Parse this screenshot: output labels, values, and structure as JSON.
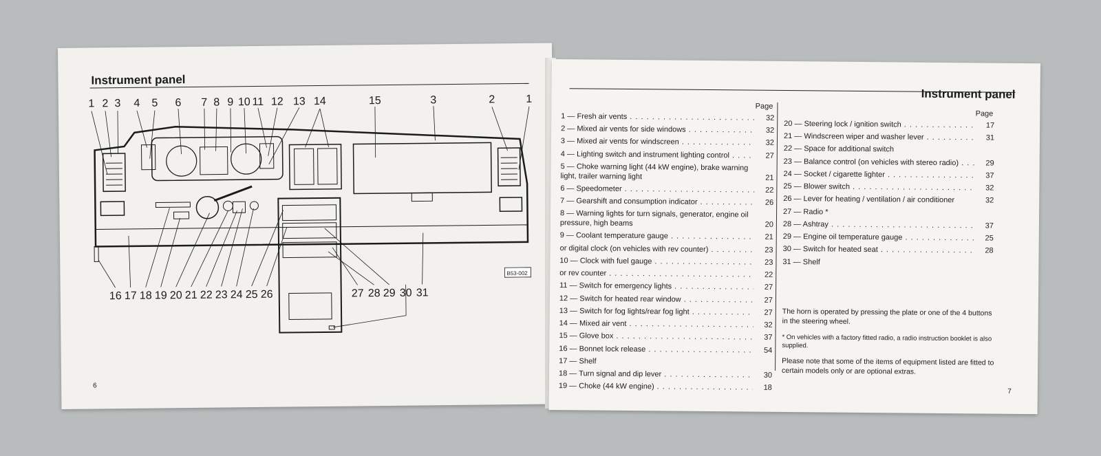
{
  "left_page": {
    "title": "Instrument panel",
    "page_number": "6",
    "diagram_code": "B53-002",
    "top_labels": [
      "1",
      "2",
      "3",
      "4",
      "5",
      "6",
      "7",
      "8",
      "9",
      "10",
      "11",
      "12",
      "13",
      "14",
      "15",
      "3",
      "2",
      "1"
    ],
    "bottom_labels": [
      "16",
      "17",
      "18",
      "19",
      "20",
      "21",
      "22",
      "23",
      "24",
      "25",
      "26",
      "27",
      "28",
      "29",
      "30",
      "31"
    ]
  },
  "right_page": {
    "title": "Instrument panel",
    "page_number": "7",
    "page_header": "Page",
    "items_col1": [
      {
        "text": "1 — Fresh air vents",
        "page": "32"
      },
      {
        "text": "2 — Mixed air vents for side windows",
        "page": "32"
      },
      {
        "text": "3 — Mixed air vents for windscreen",
        "page": "32"
      },
      {
        "text": "4 — Lighting switch and instrument lighting control",
        "page": "27"
      },
      {
        "text": "5 — Choke warning light (44 kW engine), brake warning light, trailer warning light",
        "page": "21"
      },
      {
        "text": "6 — Speedometer",
        "page": "22"
      },
      {
        "text": "7 — Gearshift and consumption indicator",
        "page": "26"
      },
      {
        "text": "8 — Warning lights for turn signals, generator, engine oil pressure, high beams",
        "page": "20"
      },
      {
        "text": "9 — Coolant temperature gauge",
        "page": "21"
      },
      {
        "text": "or digital clock (on vehicles with rev counter)",
        "page": "23"
      },
      {
        "text": "10 — Clock with fuel gauge",
        "page": "23"
      },
      {
        "text": "or rev counter",
        "page": "22"
      },
      {
        "text": "11 — Switch for emergency lights",
        "page": "27"
      },
      {
        "text": "12 — Switch for heated rear window",
        "page": "27"
      },
      {
        "text": "13 — Switch for fog lights/rear fog light",
        "page": "27"
      },
      {
        "text": "14 — Mixed air vent",
        "page": "32"
      },
      {
        "text": "15 — Glove box",
        "page": "37"
      },
      {
        "text": "16 — Bonnet lock release",
        "page": "54"
      },
      {
        "text": "17 — Shelf",
        "page": ""
      },
      {
        "text": "18 — Turn signal and dip lever",
        "page": "30"
      },
      {
        "text": "19 — Choke (44 kW engine)",
        "page": "18"
      }
    ],
    "items_col2": [
      {
        "text": "20 — Steering lock / ignition switch",
        "page": "17"
      },
      {
        "text": "21 — Windscreen wiper and washer lever",
        "page": "31"
      },
      {
        "text": "22 — Space for additional switch",
        "page": ""
      },
      {
        "text": "23 — Balance control (on vehicles with stereo radio)",
        "page": "29"
      },
      {
        "text": "24 — Socket / cigarette lighter",
        "page": "37"
      },
      {
        "text": "25 — Blower switch",
        "page": "32"
      },
      {
        "text": "26 — Lever for heating / ventilation / air conditioner",
        "page": "32"
      },
      {
        "text": "27 — Radio *",
        "page": ""
      },
      {
        "text": "28 — Ashtray",
        "page": "37"
      },
      {
        "text": "29 — Engine oil temperature gauge",
        "page": "25"
      },
      {
        "text": "30 — Switch for heated seat",
        "page": "28"
      },
      {
        "text": "31 — Shelf",
        "page": ""
      }
    ],
    "horn_note": "The horn is operated by pressing the plate or one of the 4 buttons in the steering wheel.",
    "radio_footnote": "* On vehicles with a factory fitted radio, a radio instruction booklet is also supplied.",
    "equipment_note": "Please note that some of the items of equipment listed are fitted to certain models only or are optional extras."
  }
}
